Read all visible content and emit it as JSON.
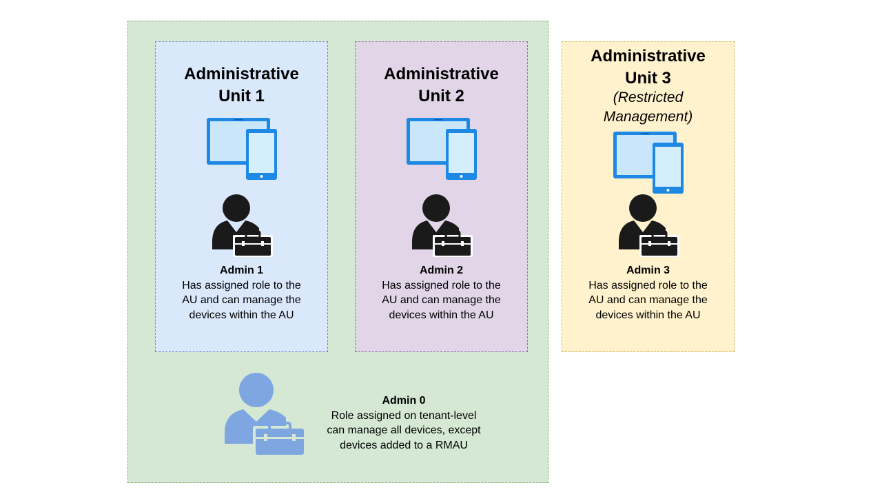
{
  "tenant": {
    "admin0": {
      "name": "Admin 0",
      "desc_lines": [
        "Role assigned on tenant-level",
        "can manage all devices, except",
        "devices added to a RMAU"
      ]
    }
  },
  "units": [
    {
      "title_lines": [
        "Administrative",
        "Unit 1"
      ],
      "admin_name": "Admin 1",
      "desc_lines": [
        "Has assigned role to the",
        "AU and can manage the",
        "devices within the AU"
      ]
    },
    {
      "title_lines": [
        "Administrative",
        "Unit 2"
      ],
      "admin_name": "Admin 2",
      "desc_lines": [
        "Has assigned role to the",
        "AU and can manage the",
        "devices within the AU"
      ]
    },
    {
      "title_lines": [
        "Administrative",
        "Unit 3"
      ],
      "subtitle_lines": [
        "(Restricted",
        "Management)"
      ],
      "admin_name": "Admin 3",
      "desc_lines": [
        "Has assigned role to the",
        "AU and can manage the",
        "devices within the AU"
      ]
    }
  ],
  "colors": {
    "tenant_fill": "#d5e8d4",
    "au1_fill": "#dae8fc",
    "au2_fill": "#e1d5e7",
    "au3_fill": "#fff2cc",
    "admin_icon": "#1a1a1a",
    "admin0_icon": "#7ea6e0",
    "device_blue": "#1e88e5"
  },
  "icons": {
    "device": "tablet-phone-icon",
    "admin": "admin-user-briefcase-icon"
  }
}
